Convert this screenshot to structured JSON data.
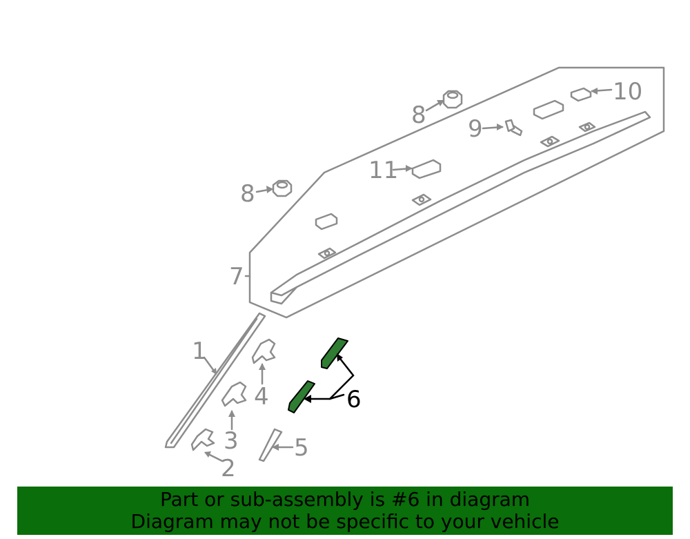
{
  "diagram": {
    "callouts": {
      "c1": "1",
      "c2": "2",
      "c3": "3",
      "c4": "4",
      "c5": "5",
      "c6": "6",
      "c7": "7",
      "c8a": "8",
      "c8b": "8",
      "c9": "9",
      "c10": "10",
      "c11": "11"
    },
    "colors": {
      "line_gray": "#8c8c8c",
      "highlight_part": "#2f7d32",
      "highlight_outline": "#000000",
      "banner_bg": "#0a6e0a"
    }
  },
  "banner": {
    "line1": "Part or sub-assembly is #6 in diagram",
    "line2": "Diagram may not be specific to your vehicle"
  }
}
